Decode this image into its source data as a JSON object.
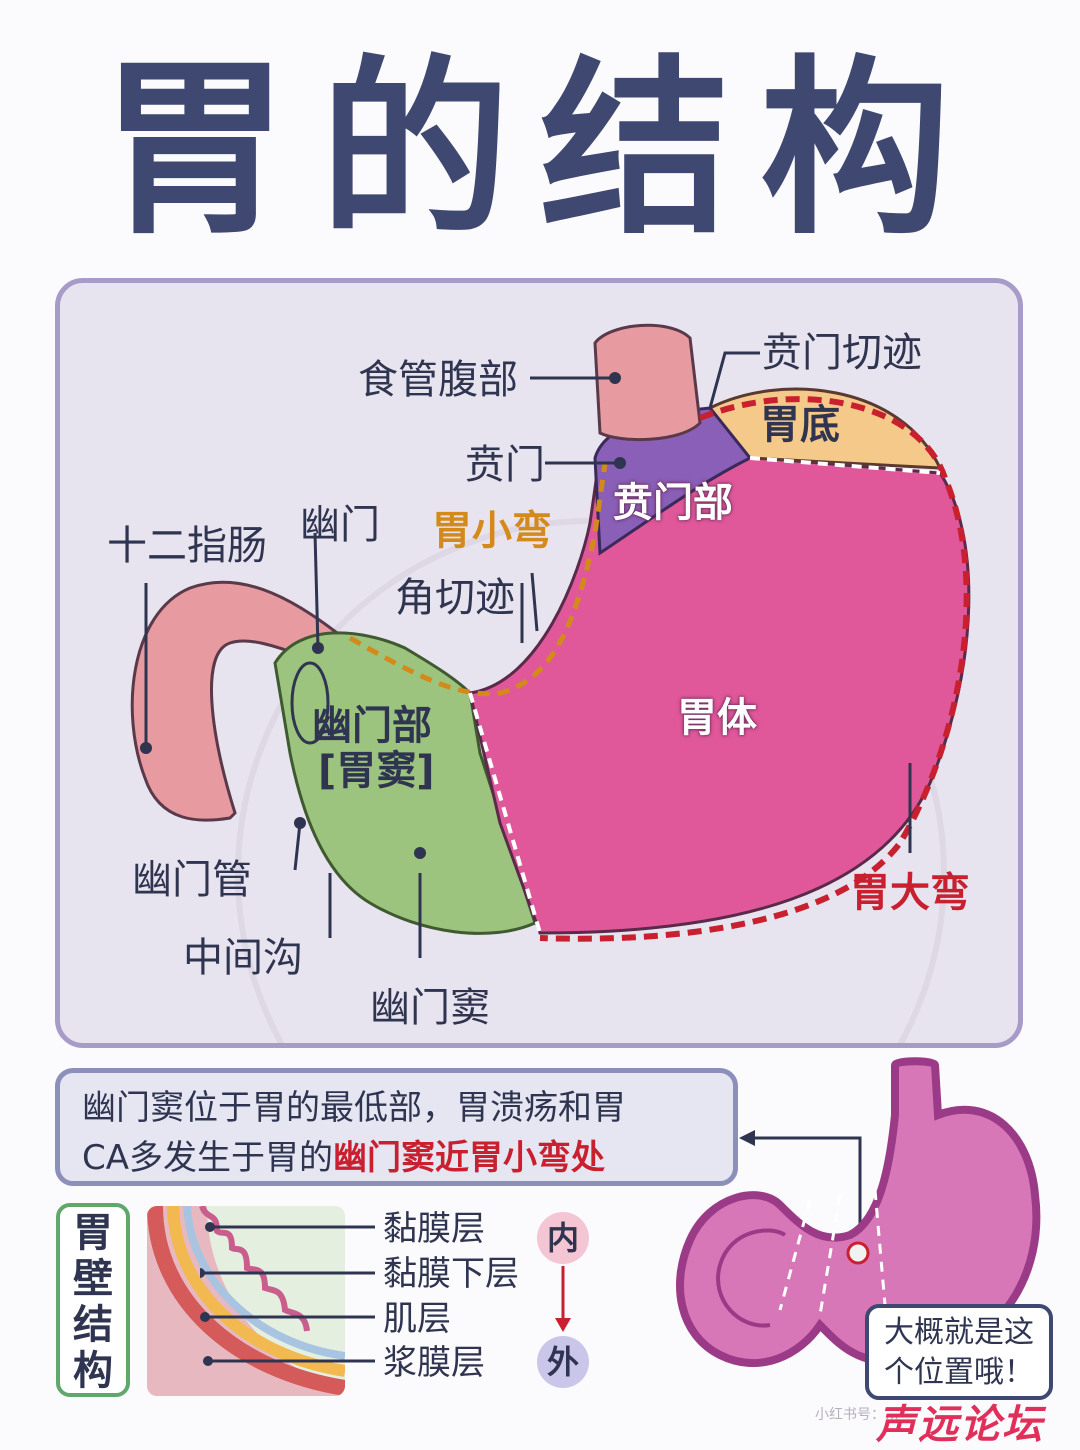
{
  "title": "胃的结构",
  "diagram": {
    "labels": {
      "esophagus_abdominal": "食管腹部",
      "cardiac_notch": "贲门切迹",
      "fundus": "胃底",
      "cardia": "贲门",
      "cardiac_part": "贲门部",
      "duodenum": "十二指肠",
      "pylorus": "幽门",
      "lesser_curvature": "胃小弯",
      "angular_incisure": "角切迹",
      "pyloric_part_line1": "幽门部",
      "pyloric_part_line2": "[胃窦]",
      "body": "胃体",
      "pyloric_canal": "幽门管",
      "intermediate_sulcus": "中间沟",
      "pyloric_antrum": "幽门窦",
      "greater_curvature": "胃大弯"
    },
    "colors": {
      "body": "#e0589a",
      "fundus": "#f5c98a",
      "cardiac_part": "#8a5fb8",
      "pyloric_part": "#9cc47e",
      "duodenum": "#e79aa0",
      "lesser_curvature": "#d48a1a",
      "greater_curvature": "#c8202f"
    }
  },
  "note": {
    "line1": "幽门窦位于胃的最低部，胃溃疡和胃",
    "line2_prefix": "CA多发生于胃的",
    "line2_highlight": "幽门窦近胃小弯处"
  },
  "wall": {
    "tag": [
      "胃",
      "壁",
      "结",
      "构"
    ],
    "layers": [
      "黏膜层",
      "黏膜下层",
      "肌层",
      "浆膜层"
    ],
    "inner": "内",
    "outer": "外"
  },
  "callout": {
    "line1": "大概就是这",
    "line2": "个位置哦！"
  },
  "footer": {
    "logo": "声远论坛",
    "source": "小红书号：…"
  }
}
